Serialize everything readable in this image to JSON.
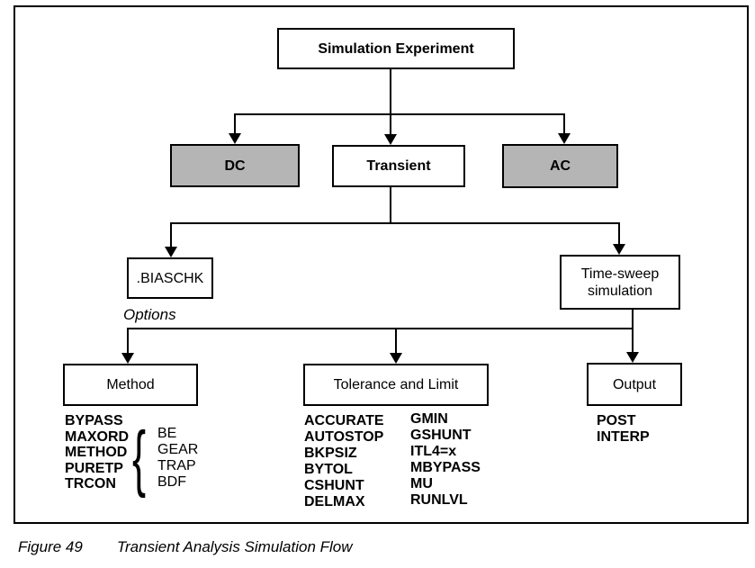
{
  "diagram": {
    "root_box": "Simulation Experiment",
    "branch_boxes": {
      "dc": "DC",
      "transient": "Transient",
      "ac": "AC"
    },
    "biaschk_box": ".BIASCHK",
    "timesweep_box": "Time-sweep simulation",
    "options_label": "Options",
    "category_boxes": {
      "method": "Method",
      "tolerance": "Tolerance and Limit",
      "output": "Output"
    },
    "method_options": [
      "BYPASS",
      "MAXORD",
      "METHOD",
      "PURETP",
      "TRCON"
    ],
    "method_values": [
      "BE",
      "GEAR",
      "TRAP",
      "BDF"
    ],
    "brace_glyph": "{",
    "tolerance_col1": [
      "ACCURATE",
      "AUTOSTOP",
      "BKPSIZ",
      "BYTOL",
      "CSHUNT",
      "DELMAX"
    ],
    "tolerance_col2": [
      "GMIN",
      "GSHUNT",
      "ITL4=x",
      "MBYPASS",
      "MU",
      "RUNLVL"
    ],
    "output_options": [
      "POST",
      "INTERP"
    ],
    "colors": {
      "shaded_box_fill": "#b5b5b5",
      "line": "#000000",
      "background": "#ffffff",
      "text": "#000000"
    }
  },
  "caption": {
    "label": "Figure 49",
    "text": "Transient Analysis Simulation Flow"
  }
}
